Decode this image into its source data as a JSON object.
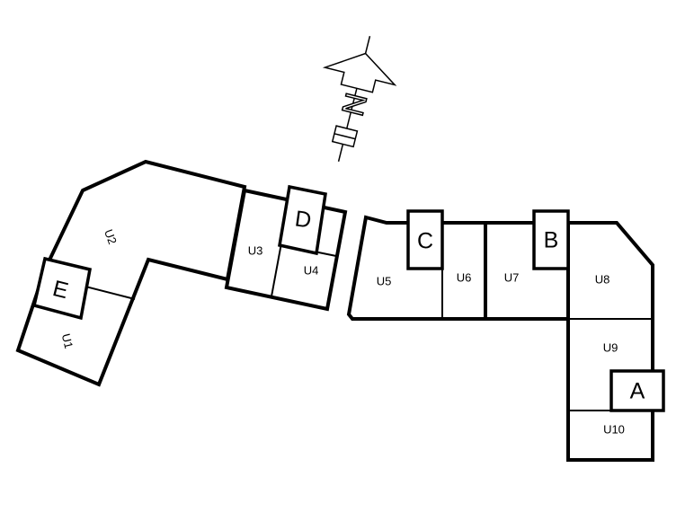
{
  "north_arrow": {
    "letter": "N",
    "icon": "north-arrow-icon"
  },
  "units": [
    {
      "id": "u1",
      "label": "U1"
    },
    {
      "id": "u2",
      "label": "U2"
    },
    {
      "id": "u3",
      "label": "U3"
    },
    {
      "id": "u4",
      "label": "U4"
    },
    {
      "id": "u5",
      "label": "U5"
    },
    {
      "id": "u6",
      "label": "U6"
    },
    {
      "id": "u7",
      "label": "U7"
    },
    {
      "id": "u8",
      "label": "U8"
    },
    {
      "id": "u9",
      "label": "U9"
    },
    {
      "id": "u10",
      "label": "U10"
    }
  ],
  "cores": [
    {
      "id": "a",
      "label": "A"
    },
    {
      "id": "b",
      "label": "B"
    },
    {
      "id": "c",
      "label": "C"
    },
    {
      "id": "d",
      "label": "D"
    },
    {
      "id": "e",
      "label": "E"
    }
  ]
}
